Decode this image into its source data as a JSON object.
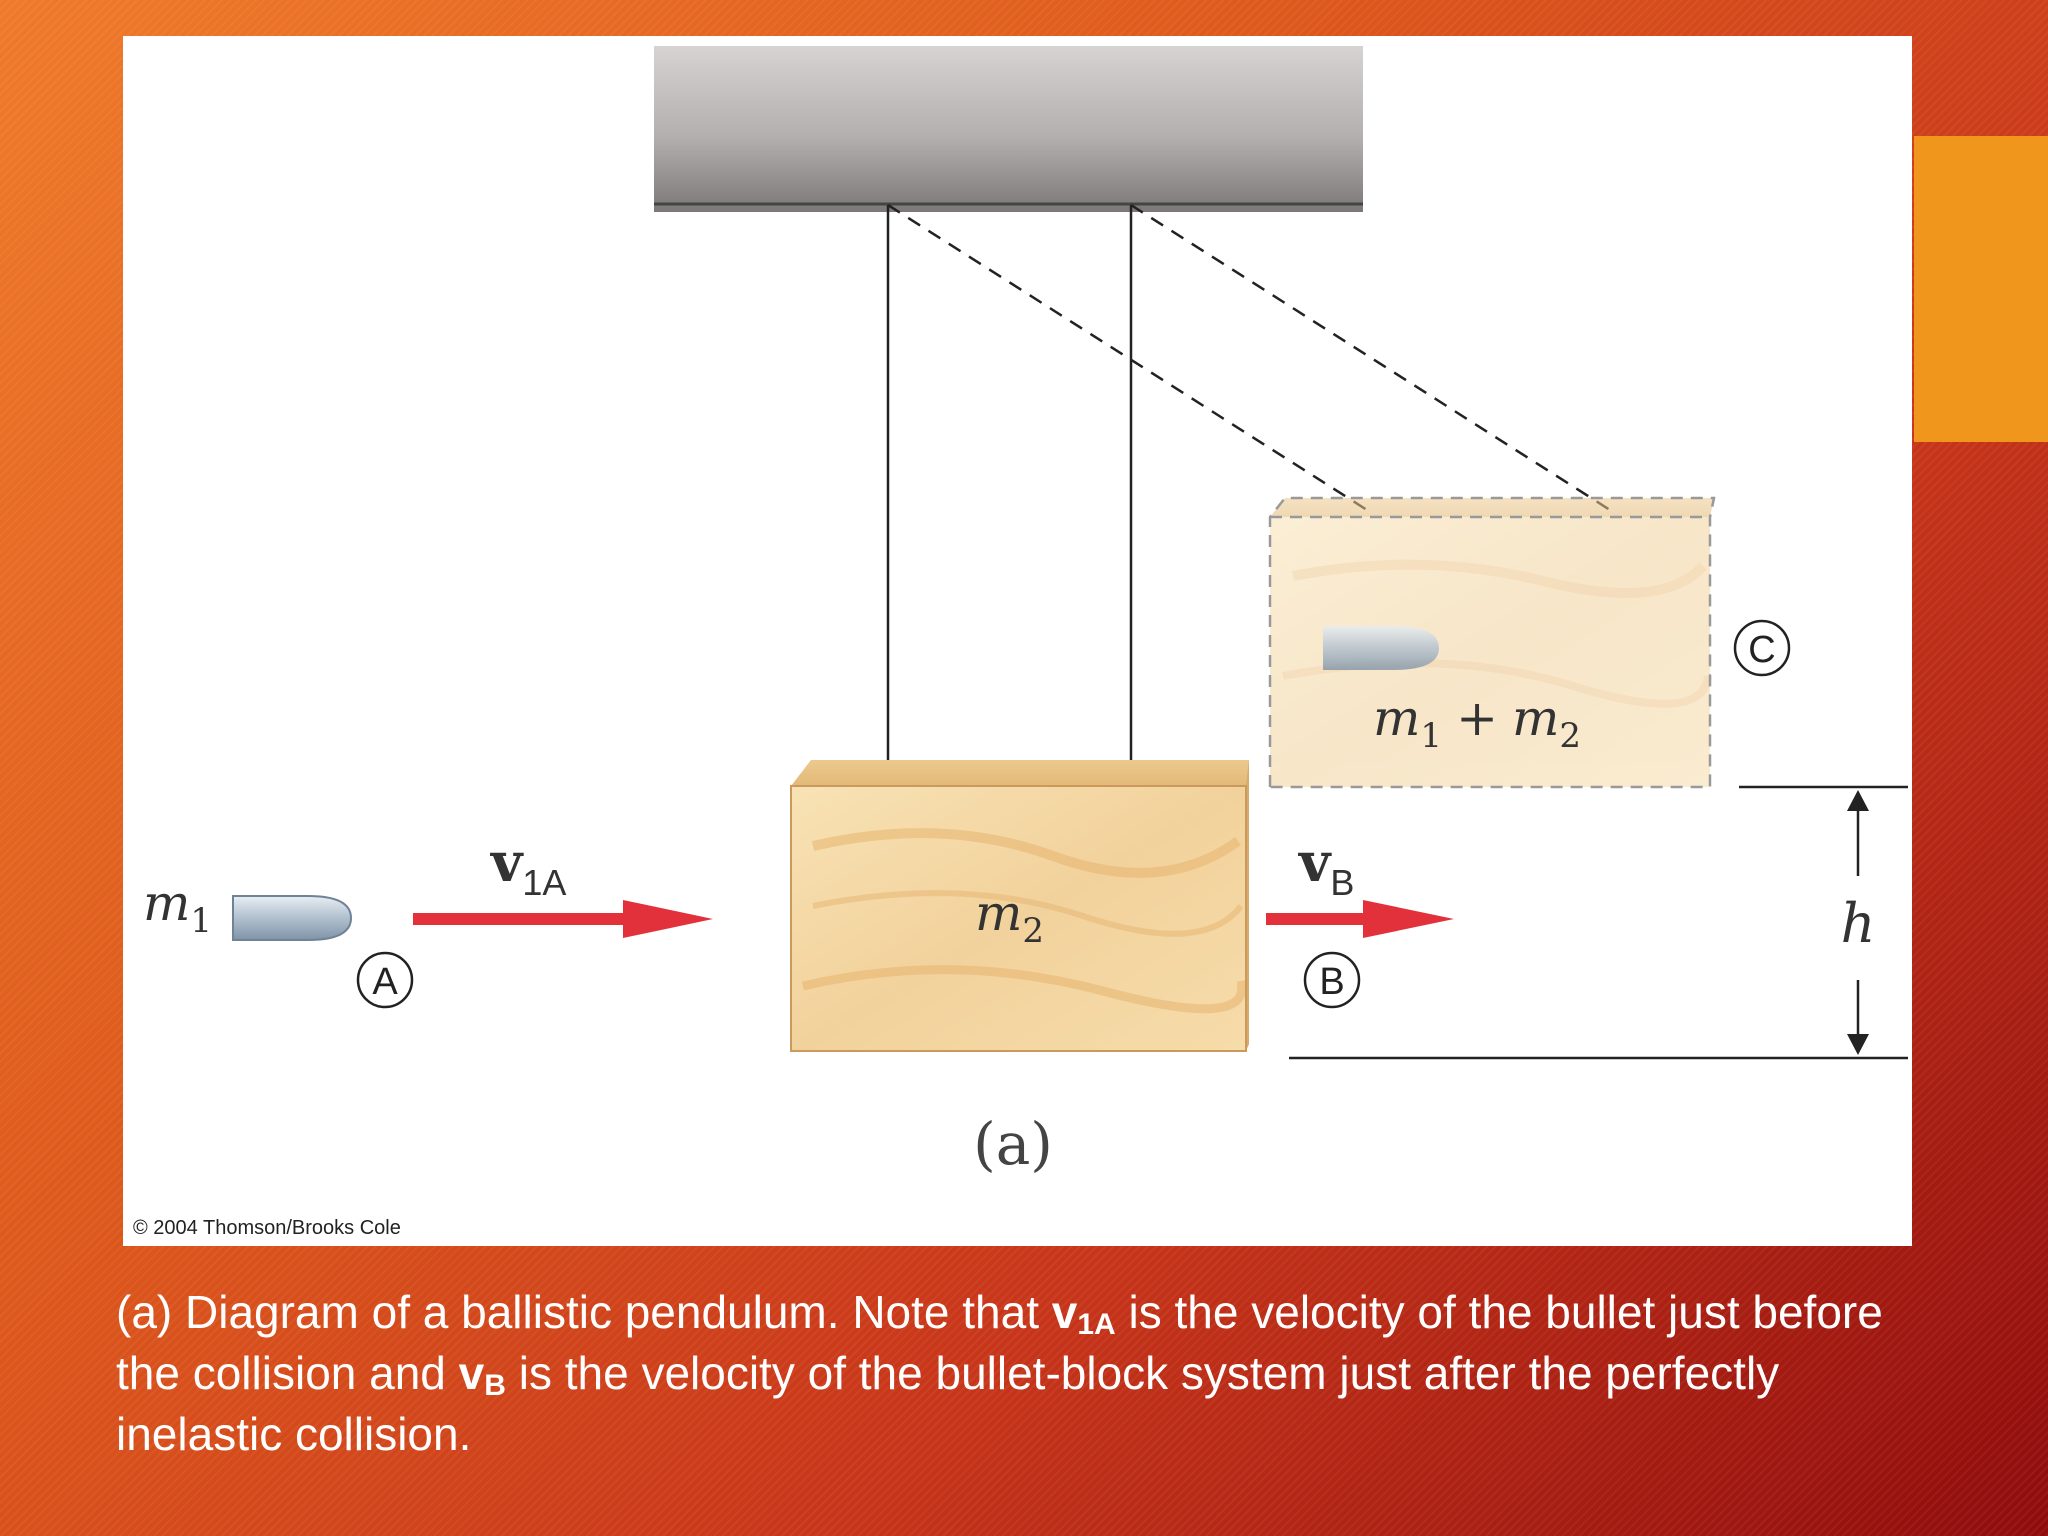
{
  "diagram": {
    "labels": {
      "bullet_mass": "m",
      "bullet_mass_sub": "1",
      "block_mass": "m",
      "block_mass_sub": "2",
      "combined_mass_a": "m",
      "combined_mass_a_sub": "1",
      "combined_mass_plus": "+",
      "combined_mass_b": "m",
      "combined_mass_b_sub": "2",
      "velocity_1a": "v",
      "velocity_1a_sub": "1A",
      "velocity_b": "v",
      "velocity_b_sub": "B",
      "point_a": "A",
      "point_b": "B",
      "point_c": "C",
      "height": "h",
      "panel_tag": "(a)",
      "copyright": "© 2004 Thomson/Brooks Cole"
    },
    "colors": {
      "arrow": "#e2313a",
      "wood_light": "#f7dfb0",
      "wood_dark": "#e9bf7e",
      "bullet": "#b9c6d3",
      "ceiling_top": "#c6c2c2",
      "ceiling_bottom": "#817c7c"
    }
  },
  "caption": {
    "part1": "(a) Diagram of a ballistic pendulum. Note that ",
    "v1a": "v",
    "v1a_sub": "1A",
    "part2": " is the velocity of the bullet just before the collision and ",
    "vb": "v",
    "vb_sub": "B",
    "part3": " is the velocity of the bullet-block system just after the perfectly inelastic collision."
  }
}
